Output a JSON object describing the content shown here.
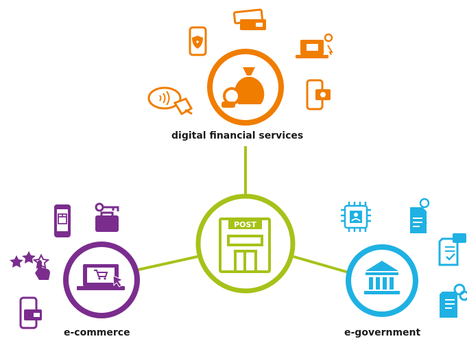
{
  "hubs": {
    "center": {
      "sign_text": "POST",
      "color": "#a6c219"
    },
    "financial": {
      "label": "digital financial services",
      "color": "#f07d00"
    },
    "ecommerce": {
      "label": "e-commerce",
      "color": "#7b2d8e"
    },
    "egovernment": {
      "label": "e-government",
      "color": "#1fb1e3"
    }
  },
  "icons": {
    "financial": [
      "phone-shield-icon",
      "credit-cards-icon",
      "laptop-money-icon",
      "contactless-payment-icon",
      "phone-payment-icon",
      "money-bag-icon"
    ],
    "ecommerce": [
      "phone-box-icon",
      "bag-tag-icon",
      "star-rating-icon",
      "phone-card-icon",
      "laptop-cart-icon"
    ],
    "egovernment": [
      "chip-icon",
      "document-user-icon",
      "document-check-icon",
      "document-rings-icon",
      "government-building-icon"
    ]
  }
}
